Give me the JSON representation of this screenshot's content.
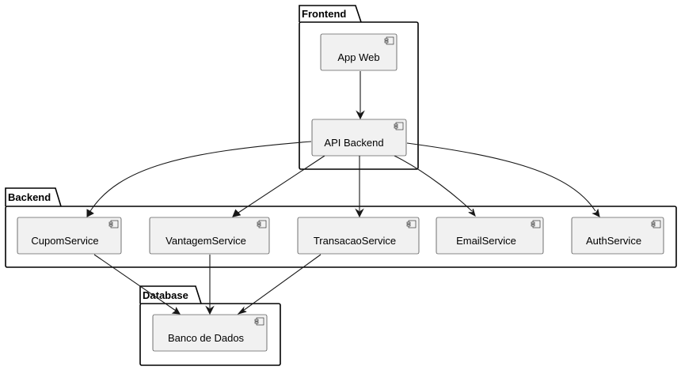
{
  "packages": {
    "frontend": "Frontend",
    "backend": "Backend",
    "database": "Database"
  },
  "components": {
    "app_web": "App Web",
    "api_backend": "API Backend",
    "cupom_service": "CupomService",
    "vantagem_service": "VantagemService",
    "transacao_service": "TransacaoService",
    "email_service": "EmailService",
    "auth_service": "AuthService",
    "banco_de_dados": "Banco de Dados"
  },
  "colors": {
    "component_fill": "#f1f1f1",
    "border": "#181818",
    "package_border": "#000000"
  }
}
